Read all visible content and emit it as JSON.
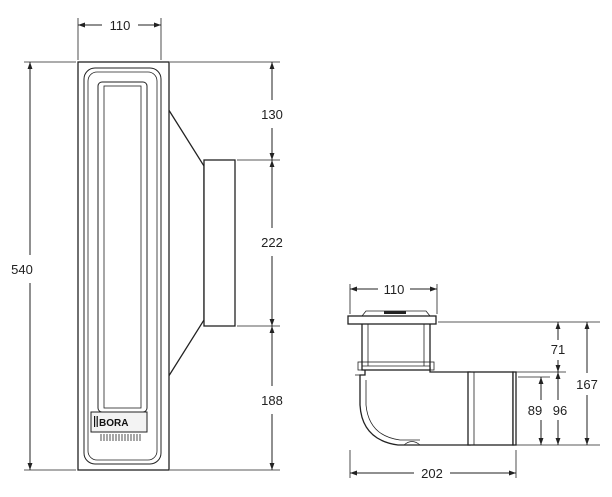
{
  "front_view": {
    "dims": {
      "width": "110",
      "height": "540",
      "top_segment": "130",
      "middle_segment": "222",
      "bottom_segment": "188"
    },
    "brand_label": "BORA"
  },
  "side_view": {
    "dims": {
      "top_width": "110",
      "base_length": "202",
      "upper_height": "71",
      "outlet_inner": "89",
      "outlet_outer": "96",
      "total_height": "167"
    }
  }
}
